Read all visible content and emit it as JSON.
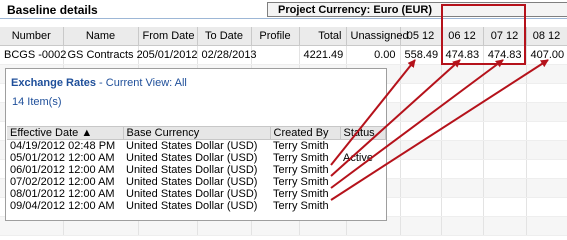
{
  "header": {
    "title": "Baseline details",
    "project_currency": "Project Currency: Euro (EUR)"
  },
  "grid": {
    "columns": [
      "Number",
      "Name",
      "From Date",
      "To Date",
      "Profile",
      "Total",
      "Unassigned",
      "05 12",
      "06 12",
      "07 12",
      "08 12"
    ],
    "row": {
      "number": "BCGS -0002",
      "name": "GS Contracts 2",
      "from_date": "05/01/2012",
      "to_date": "02/28/2013",
      "profile": "",
      "total": "4221.49",
      "unassigned": "0.00",
      "m0512": "558.49",
      "m0612": "474.83",
      "m0712": "474.83",
      "m0812": "407.00"
    }
  },
  "popup": {
    "title": "Exchange Rates",
    "view_text": "- Current View:  All",
    "count": "14 Item(s)",
    "columns": [
      "Effective Date ▲",
      "Base Currency",
      "Created By",
      "Status"
    ],
    "rows": [
      {
        "date": "04/19/2012 02:48 PM",
        "currency": "United States Dollar (USD)",
        "created_by": "Terry Smith",
        "status": ""
      },
      {
        "date": "05/01/2012 12:00 AM",
        "currency": "United States Dollar (USD)",
        "created_by": "Terry Smith",
        "status": "Active"
      },
      {
        "date": "06/01/2012 12:00 AM",
        "currency": "United States Dollar (USD)",
        "created_by": "Terry Smith",
        "status": ""
      },
      {
        "date": "07/02/2012 12:00 AM",
        "currency": "United States Dollar (USD)",
        "created_by": "Terry Smith",
        "status": ""
      },
      {
        "date": "08/01/2012 12:00 AM",
        "currency": "United States Dollar (USD)",
        "created_by": "Terry Smith",
        "status": ""
      },
      {
        "date": "09/04/2012 12:00 AM",
        "currency": "United States Dollar (USD)",
        "created_by": "Terry Smith",
        "status": ""
      }
    ]
  },
  "colors": {
    "highlight": "#b5121b",
    "link_blue": "#1f4f9a",
    "header_bg": "#ebebeb"
  }
}
